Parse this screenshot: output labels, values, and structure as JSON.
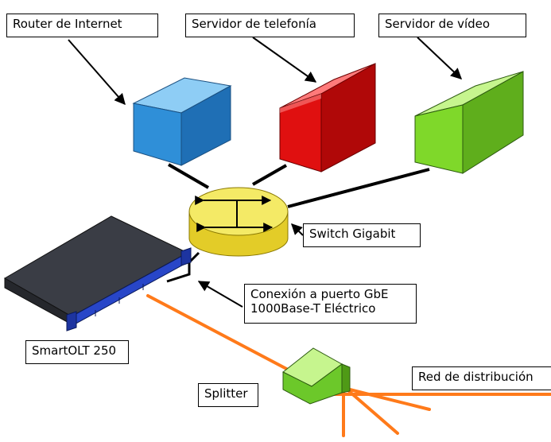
{
  "labels": {
    "router": "Router de Internet",
    "telephony_server": "Servidor de telefonía",
    "video_server": "Servidor de vídeo",
    "switch": "Switch Gigabit",
    "connection_line1": "Conexión a puerto GbE",
    "connection_line2": "1000Base-T Eléctrico",
    "olt": "SmartOLT 250",
    "splitter": "Splitter",
    "distribution": "Red de distribución"
  },
  "colors": {
    "router": "#2f8fd8",
    "telephony_server": "#e01010",
    "video_server": "#7fd82a",
    "switch": "#f0e24a",
    "olt_body": "#3a3d45",
    "olt_front": "#2846c8",
    "fiber": "#ff7a1a",
    "splitter": "#6cc82a"
  }
}
